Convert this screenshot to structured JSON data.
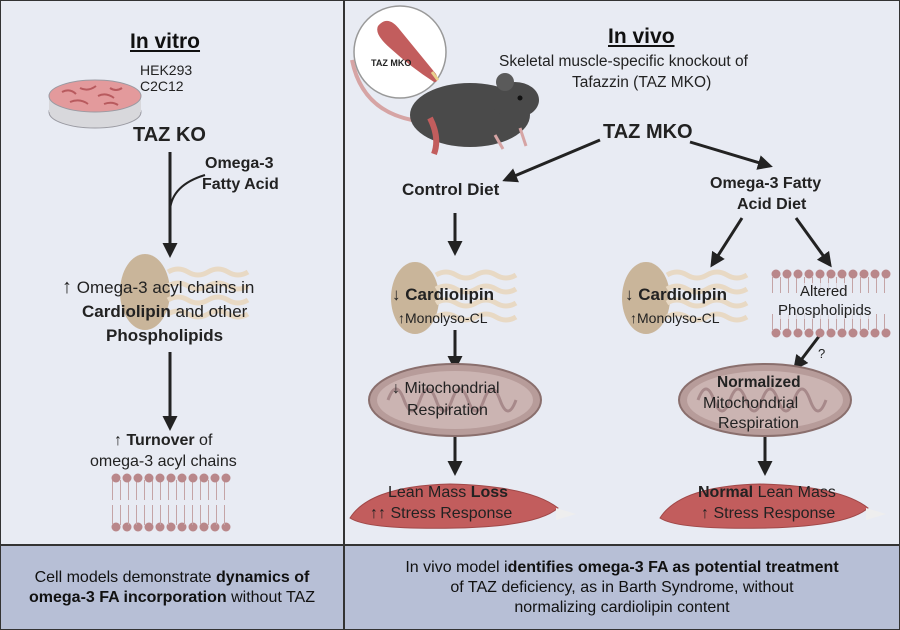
{
  "left": {
    "title": "In vitro",
    "cell_line_1": "HEK293",
    "cell_line_2": "C2C12",
    "taz_ko": "TAZ KO",
    "omega3_line1": "Omega-3",
    "omega3_line2": "Fatty Acid",
    "up_arrow": "↑",
    "acyl_text": "Omega-3 acyl chains in",
    "cardiolipin": "Cardiolipin",
    "and_other": " and other",
    "phospholipids": "Phospholipids",
    "turnover_arrow": "↑ ",
    "turnover": "Turnover",
    "turnover_of": " of",
    "turnover_line2": "omega-3 acyl chains",
    "footer_pre": "Cell models demonstrate ",
    "footer_bold1": "dynamics of",
    "footer_bold2": "omega-3 FA incorporation",
    "footer_post": " without TAZ"
  },
  "right": {
    "title": "In vivo",
    "subtitle_line1": "Skeletal muscle-specific knockout of",
    "subtitle_line2": "Tafazzin (TAZ MKO)",
    "muscle_label": "TAZ MKO",
    "taz_mko": "TAZ MKO",
    "control_diet": "Control Diet",
    "omega_diet_line1": "Omega-3 Fatty",
    "omega_diet_line2": "Acid Diet",
    "down_cardiolipin_arrow": "↓ ",
    "cardiolipin": "Cardiolipin",
    "monolyso": "↑Monolyso-CL",
    "altered_line1": "Altered",
    "altered_line2": "Phospholipids",
    "question": "?",
    "down_mito": "↓ Mitochondrial",
    "respiration": "Respiration",
    "normalized": "Normalized",
    "mitochondrial": "Mitochondrial",
    "lean_mass": "Lean Mass ",
    "loss": "Loss",
    "stress_up2": "↑↑ Stress Response",
    "normal": "Normal",
    "lean_mass2": " Lean Mass",
    "stress_up1": "↑ Stress Response",
    "footer_line1_pre": "In vivo model i",
    "footer_line1_bold": "dentifies omega-3 FA as potential treatment",
    "footer_line2": "of TAZ deficiency, as in Barth Syndrome, without",
    "footer_line3": "normalizing cardiolipin content"
  },
  "colors": {
    "panel_bg": "#e8ebf3",
    "footer_bg": "#b7bfd6",
    "cardiolipin_blob": "#c9b59a",
    "mito": "#b79c9a",
    "muscle": "#c25d5d",
    "lipid_head": "#b9878a",
    "petri": "#e39a9c"
  }
}
